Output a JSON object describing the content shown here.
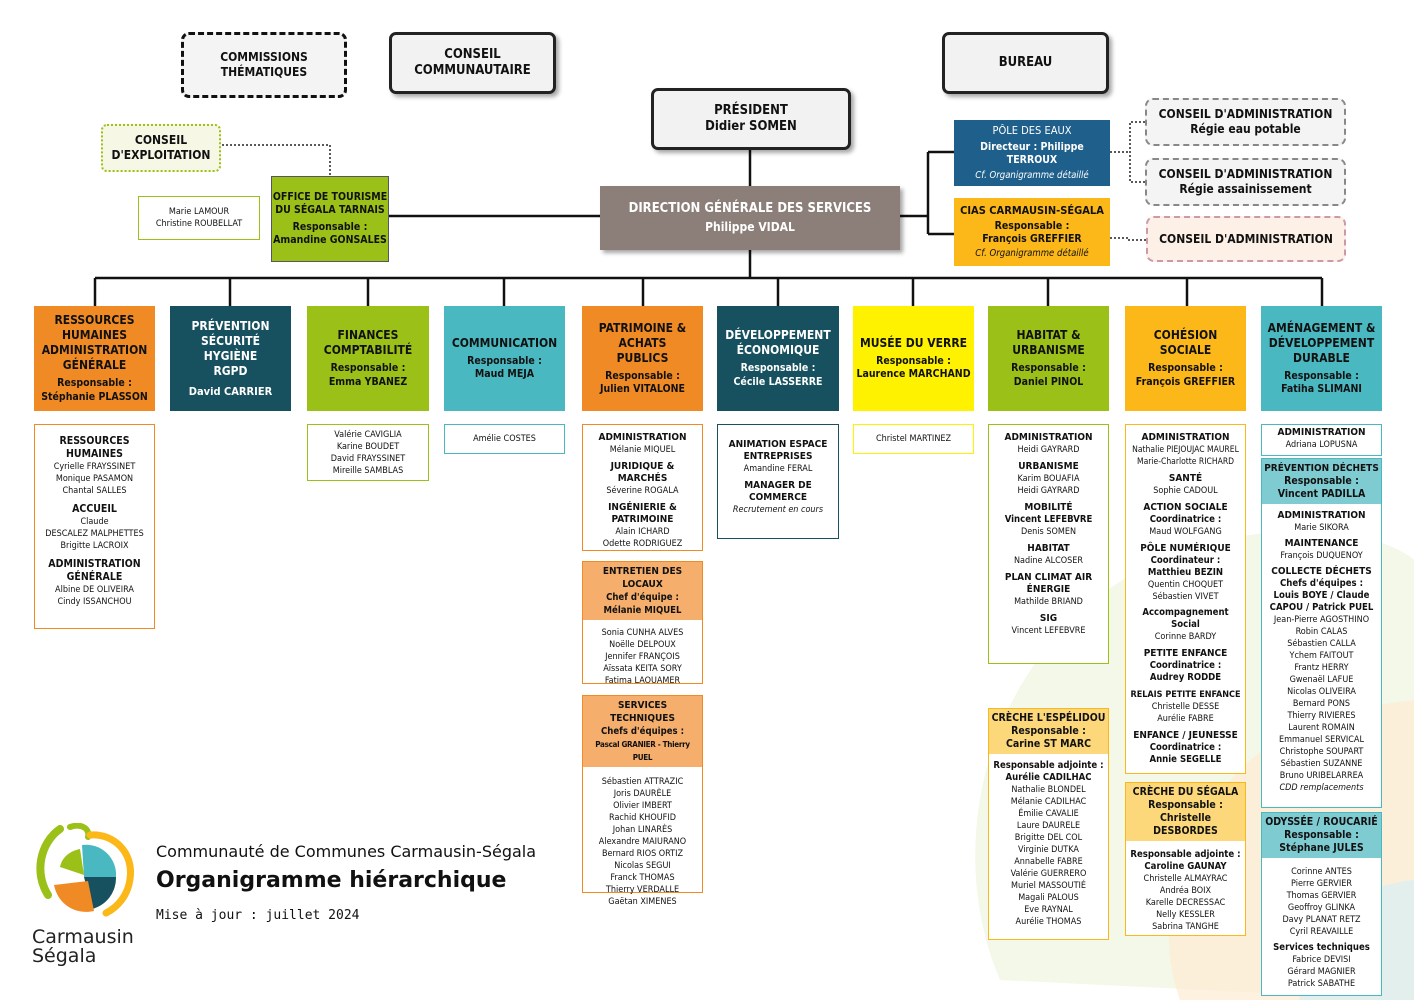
{
  "top": {
    "commissions": "COMMISSIONS THÉMATIQUES",
    "conseil_communautaire": "CONSEIL COMMUNAUTAIRE",
    "bureau": "BUREAU",
    "president_title": "PRÉSIDENT",
    "president_name": "Didier SOMEN",
    "conseil_exploitation": "CONSEIL D'EXPLOITATION",
    "dgs_title": "DIRECTION GÉNÉRALE DES SERVICES",
    "dgs_name": "Philippe VIDAL"
  },
  "tourisme": {
    "title": "OFFICE DE TOURISME DU SÉGALA TARNAIS",
    "resp_label": "Responsable :",
    "resp_name": "Amandine GONSALES",
    "staff": "Marie LAMOUR\nChristine ROUBELLAT"
  },
  "eaux": {
    "title": "PÔLE DES EAUX",
    "director": "Directeur : Philippe TERROUX",
    "note": "Cf. Organigramme détaillé",
    "ca1_title": "CONSEIL D'ADMINISTRATION",
    "ca1_sub": "Régie eau potable",
    "ca2_title": "CONSEIL D'ADMINISTRATION",
    "ca2_sub": "Régie assainissement"
  },
  "cias": {
    "title": "CIAS CARMAUSIN-SÉGALA",
    "resp_label": "Responsable :",
    "resp_name": "François GREFFIER",
    "note": "Cf. Organigramme détaillé",
    "ca_title": "CONSEIL D'ADMINISTRATION"
  },
  "depts": [
    {
      "title": "RESSOURCES HUMAINES ADMINISTRATION GÉNÉRALE",
      "resp": "Responsable :",
      "name": "Stéphanie PLASSON"
    },
    {
      "title": "PRÉVENTION SÉCURITÉ HYGIÈNE RGPD",
      "resp": "",
      "name": "David CARRIER"
    },
    {
      "title": "FINANCES COMPTABILITÉ",
      "resp": "Responsable :",
      "name": "Emma YBANEZ"
    },
    {
      "title": "COMMUNICATION",
      "resp": "Responsable :",
      "name": "Maud MEJA"
    },
    {
      "title": "PATRIMOINE & ACHATS PUBLICS",
      "resp": "Responsable :",
      "name": "Julien VITALONE"
    },
    {
      "title": "DÉVELOPPEMENT ÉCONOMIQUE",
      "resp": "Responsable :",
      "name": "Cécile LASSERRE"
    },
    {
      "title": "MUSÉE DU VERRE",
      "resp": "Responsable :",
      "name": "Laurence MARCHAND"
    },
    {
      "title": "HABITAT & URBANISME",
      "resp": "Responsable :",
      "name": "Daniel PINOL"
    },
    {
      "title": "COHÉSION SOCIALE",
      "resp": "Responsable :",
      "name": "François GREFFIER"
    },
    {
      "title": "AMÉNAGEMENT & DÉVELOPPEMENT DURABLE",
      "resp": "Responsable :",
      "name": "Fatiha SLIMANI"
    }
  ],
  "rh": {
    "t1": "RESSOURCES HUMAINES",
    "n1": "Cyrielle FRAYSSINET\nMonique PASAMON\nChantal SALLES",
    "t2": "ACCUEIL",
    "n2": "Claude\nDESCALEZ MALPHETTES\nBrigitte LACROIX",
    "t3": "ADMINISTRATION GÉNÉRALE",
    "n3": "Albine DE OLIVEIRA\nCindy ISSANCHOU"
  },
  "finances_staff": "Valérie CAVIGLIA\nKarine BOUDET\nDavid FRAYSSINET\nMireille SAMBLAS",
  "com_staff": "Amélie COSTES",
  "patrimoine": {
    "t1": "ADMINISTRATION",
    "n1": "Mélanie MIQUEL",
    "t2": "JURIDIQUE & MARCHÉS",
    "n2": "Séverine ROGALA",
    "t3": "INGÉNIERIE & PATRIMOINE",
    "n3": "Alain ICHARD\nOdette RODRIGUEZ",
    "entretien_title": "ENTRETIEN DES LOCAUX",
    "entretien_chef": "Chef d'équipe :",
    "entretien_chef_name": "Mélanie MIQUEL",
    "entretien_staff": "Sonia CUNHA ALVES\nNoëlle DELPOUX\nJennifer FRANÇOIS\nAïssata KEITA SORY\nFatima LAOUAMER",
    "tech_title": "SERVICES TECHNIQUES",
    "tech_chef": "Chefs d'équipes :",
    "tech_chef_name": "Pascal GRANIER - Thierry PUEL",
    "tech_staff": "Sébastien ATTRAZIC\nJoris DAURÈLE\nOlivier IMBERT\nRachid KHOUFID\nJohan LINARÈS\nAlexandre MAIURANO\nBernard RIOS ORTIZ\nNicolas SEGUI\nFranck THOMAS\nThierry VERDALLE\nGaëtan XIMENES"
  },
  "eco": {
    "t1": "ANIMATION ESPACE ENTREPRISES",
    "n1": "Amandine FERAL",
    "t2": "MANAGER DE COMMERCE",
    "n2": "Recrutement en cours"
  },
  "musee_staff": "Christel MARTINEZ",
  "habitat": {
    "t1": "ADMINISTRATION",
    "n1": "Heidi GAYRARD",
    "t2": "URBANISME",
    "n2": "Karim BOUAFIA\nHeidi GAYRARD",
    "t3": "MOBILITÉ",
    "n3b": "Vincent LEFEBVRE",
    "n3": "Denis SOMEN",
    "t4": "HABITAT",
    "n4": "Nadine ALCOSER",
    "t5": "PLAN CLIMAT AIR ÉNERGIE",
    "n5": "Mathilde BRIAND",
    "t6": "SIG",
    "n6": "Vincent LEFEBVRE",
    "creche_title": "CRÈCHE L'ESPÉLIDOU",
    "creche_resp": "Responsable :",
    "creche_name": "Carine ST MARC",
    "creche_adj": "Responsable adjointe :",
    "creche_adj_name": "Aurélie CADILHAC",
    "creche_staff": "Nathalie BLONDEL\nMélanie CADILHAC\nÉmilie CAVALIE\nLaure DAURELE\nBrigitte DEL COL\nVirginie DUTKA\nAnnabelle FABRE\nValérie GUERRERO\nMuriel MASSOUTIÉ\nMagali PALOUS\nEve RAYNAL\nAurélie THOMAS"
  },
  "cohesion": {
    "t1": "ADMINISTRATION",
    "n1": "Nathalie PIEJOUJAC MAUREL\nMarie-Charlotte RICHARD",
    "t2": "SANTÉ",
    "n2": "Sophie CADOUL",
    "t3": "ACTION SOCIALE",
    "s3": "Coordinatrice :",
    "n3": "Maud WOLFGANG",
    "t4": "PÔLE NUMÉRIQUE",
    "s4": "Coordinateur :",
    "n4b": "Matthieu BEZIN",
    "n4": "Quentin CHOQUET\nSébastien VIVET",
    "t5": "Accompagnement Social",
    "n5": "Corinne BARDY",
    "t6": "PETITE ENFANCE",
    "s6": "Coordinatrice :",
    "n6b": "Audrey RODDE",
    "t7": "RELAIS PETITE ENFANCE",
    "n7": "Christelle DESSE\nAurélie FABRE",
    "t8": "ENFANCE / JEUNESSE",
    "s8": "Coordinatrice :",
    "n8b": "Annie SEGELLE",
    "creche_title": "CRÈCHE DU SÉGALA",
    "creche_resp": "Responsable :",
    "creche_name": "Christelle DESBORDES",
    "creche_adj": "Responsable adjointe :",
    "creche_adj_name": "Caroline GAUNAY",
    "creche_staff": "Christelle ALMAYRAC\nAndréa BOIX\nKarelle DECRESSAC\nNelly KESSLER\nSabrina TANGHE"
  },
  "amenagement": {
    "t1": "ADMINISTRATION",
    "n1": "Adriana LOPUSNA",
    "prev_title": "PRÉVENTION DÉCHETS",
    "prev_resp": "Responsable :",
    "prev_name": "Vincent PADILLA",
    "t2": "ADMINISTRATION",
    "n2": "Marie SIKORA",
    "t3": "MAINTENANCE",
    "n3": "François DUQUENOY",
    "t4": "COLLECTE DÉCHETS",
    "s4": "Chefs d'équipes :",
    "n4b": "Louis BOYE / Claude CAPOU / Patrick PUEL",
    "n4": "Jean-Pierre AGOSTHINO\nRobin CALAS\nSébastien CALLA\nYchem FAITOUT\nFrantz HERRY\nGwenaël LAFUE\nNicolas OLIVEIRA\nBernard PONS\nThierry RIVIERES\nLaurent ROMAIN\nEmmanuel SERVICAL\nChristophe SOUPART\nSébastien SUZANNE\nBruno URIBELARREA",
    "n4i": "CDD remplacements",
    "ody_title": "ODYSSÉE / ROUCARIÉ",
    "ody_resp": "Responsable :",
    "ody_name": "Stéphane JULES",
    "ody_staff": "Corinne ANTES\nPierre GERVIER\nThomas GERVIER\nGeoffroy GLINKA\nDavy PLANAT RETZ\nCyril REAVAILLE",
    "ody_t2": "Services techniques",
    "ody_staff2": "Fabrice DEVISI\nGérard MAGNIER\nPatrick SABATHE"
  },
  "footer": {
    "org": "Communauté de Communes Carmausin-Ségala",
    "title": "Organigramme hiérarchique",
    "update": "Mise à jour : juillet 2024",
    "logo_text1": "Carmausin",
    "logo_text2": "Ségala"
  },
  "colors": {
    "rh": "#f08a24",
    "prevention": "#17505e",
    "finances": "#9bc118",
    "communication": "#4ab8c1",
    "patrimoine": "#f08a24",
    "eco": "#17505e",
    "musee": "#fff200",
    "habitat": "#9bc118",
    "cohesion": "#fcb718",
    "amenagement": "#4ab8c1",
    "dgs": "#8c7f7a",
    "eaux": "#1f5f8b",
    "cias": "#fcb718"
  }
}
